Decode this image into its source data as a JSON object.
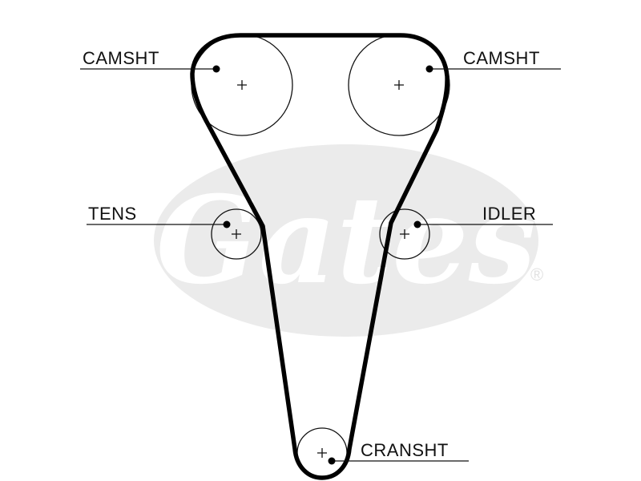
{
  "diagram": {
    "labels": {
      "camshaft_left": "CAMSHT",
      "camshaft_right": "CAMSHT",
      "tensioner": "TENS",
      "idler": "IDLER",
      "crankshaft": "CRANSHT"
    },
    "watermark": {
      "text": "Gates",
      "mark": "®"
    },
    "colors": {
      "ink": "#111111",
      "belt": "#000000",
      "watermark": "#ebebeb"
    }
  }
}
